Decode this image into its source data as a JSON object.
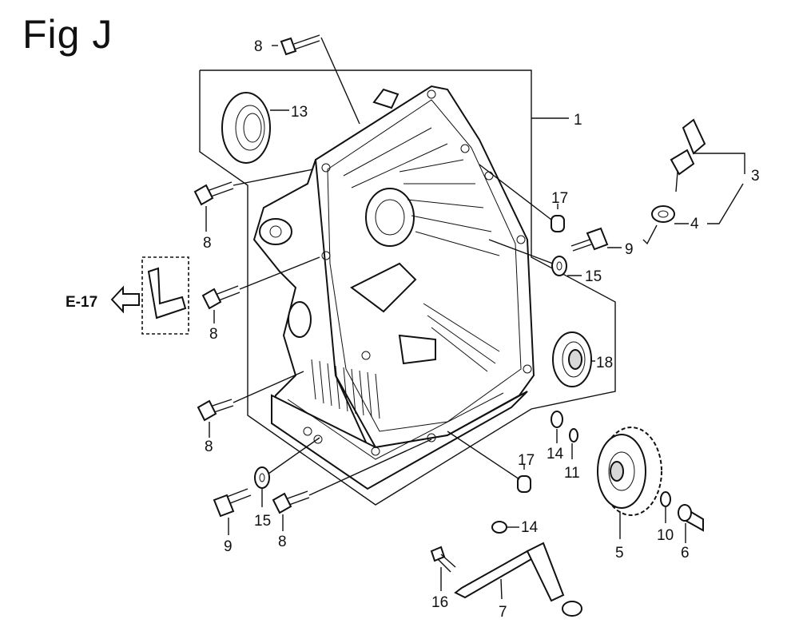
{
  "figure": {
    "title": "Fig J",
    "reference": "E-17"
  },
  "callouts": {
    "c1": "1",
    "c3": "3",
    "c4": "4",
    "c5": "5",
    "c6": "6",
    "c7": "7",
    "c8a": "8",
    "c8b": "8",
    "c8c": "8",
    "c8d": "8",
    "c8e": "8",
    "c9a": "9",
    "c9b": "9",
    "c10": "10",
    "c11": "11",
    "c13": "13",
    "c14a": "14",
    "c14b": "14",
    "c15a": "15",
    "c15b": "15",
    "c16": "16",
    "c17a": "17",
    "c17b": "17",
    "c18": "18"
  }
}
